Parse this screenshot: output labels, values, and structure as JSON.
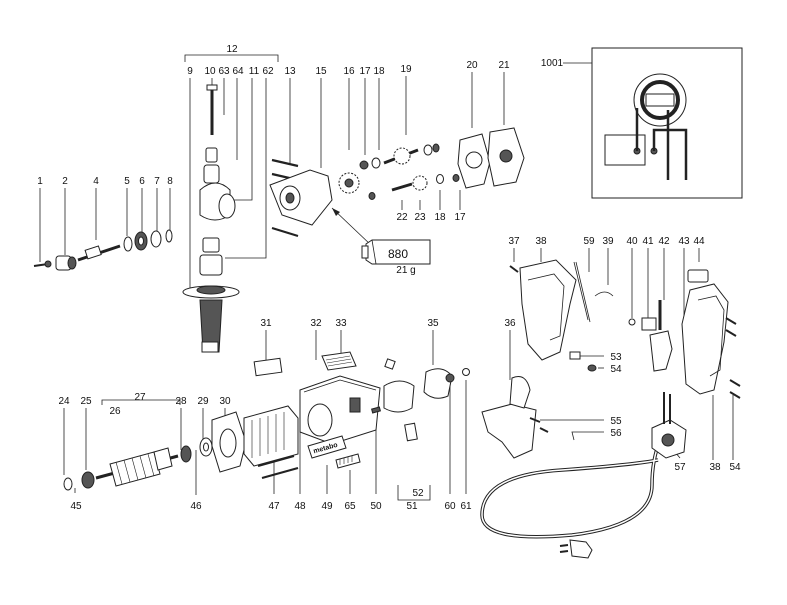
{
  "callouts": [
    "1",
    "2",
    "4",
    "5",
    "6",
    "7",
    "8",
    "9",
    "10",
    "63",
    "64",
    "11",
    "62",
    "12",
    "13",
    "15",
    "16",
    "17",
    "18",
    "19",
    "20",
    "21",
    "1001",
    "22",
    "23",
    "18",
    "17",
    "37",
    "38",
    "59",
    "39",
    "40",
    "41",
    "42",
    "43",
    "44",
    "31",
    "32",
    "33",
    "35",
    "36",
    "53",
    "54",
    "55",
    "56",
    "57",
    "38",
    "54",
    "24",
    "25",
    "27",
    "26",
    "28",
    "29",
    "30",
    "45",
    "46",
    "47",
    "48",
    "49",
    "65",
    "50",
    "51",
    "52",
    "60",
    "61"
  ],
  "grease_tube": {
    "code": "880",
    "weight": "21 g"
  },
  "brand_plate": "metabo"
}
